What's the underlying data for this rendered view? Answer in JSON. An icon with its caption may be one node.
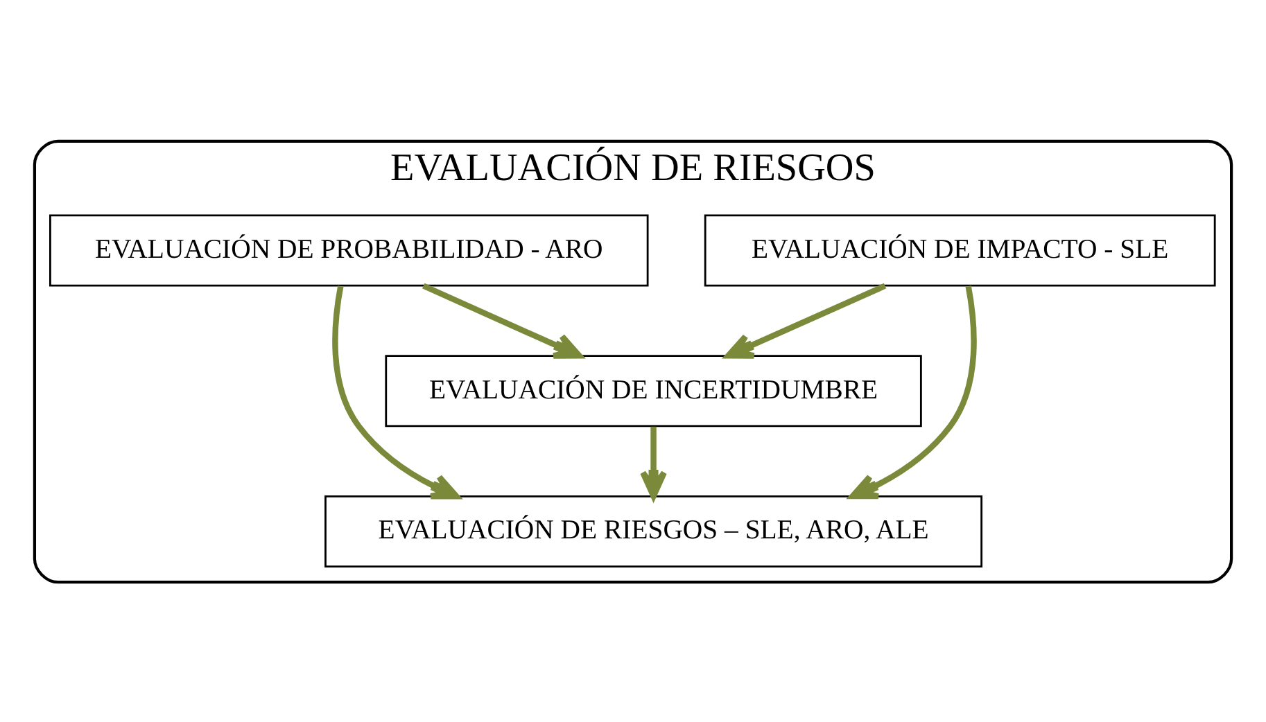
{
  "diagram": {
    "nodes": [
      {
        "text": [
          "EVALUACIÓN DE RIESGOS"
        ]
      },
      {
        "text": [
          "EVALUACIÓN DE IMPACTO - SLE"
        ],
        "in": 0
      },
      {
        "text": [
          "EVALUACIÓN DE PROBABILIDAD - ARO"
        ],
        "in": 0
      },
      {
        "text": [
          "EVALUACIÓN DE INCERTIDUMBRE"
        ],
        "in": 0
      },
      {
        "text": [
          "EVALUACIÓN DE RIESGOS – SLE, ARO, ALE"
        ],
        "in": 0
      }
    ],
    "edges": [
      {
        "from": 1,
        "to": 3,
        "arrow": "to"
      },
      {
        "from": 2,
        "to": 3,
        "arrow": "to"
      },
      {
        "from": 1,
        "to": 4,
        "arrow": "to"
      },
      {
        "from": 2,
        "to": 4,
        "arrow": "to"
      },
      {
        "from": 3,
        "to": 4,
        "arrow": "to"
      }
    ]
  }
}
